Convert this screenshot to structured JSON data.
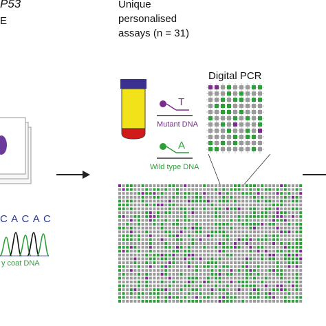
{
  "top_left": {
    "gene_fragment": "P53",
    "line2_fragment": "E"
  },
  "assays_heading": {
    "line1": "Unique",
    "line2": "personalised",
    "line3": "assays (n = 31)"
  },
  "digital_pcr": {
    "title": "Digital PCR"
  },
  "mutant": {
    "base": "T",
    "label": "Mutant DNA"
  },
  "wild_type": {
    "base": "A",
    "label": "Wild type DNA"
  },
  "sequence": {
    "bases": "C A C A C",
    "caption_fragment": "y coat DNA"
  },
  "colors": {
    "mutant": "#7b2d8e",
    "wild_type": "#2e9e3a",
    "empty": "#9a9a9a",
    "tube_cap": "#3b2f8f",
    "tube_fill": "#f2e21a",
    "tube_bottom": "#d11a1a",
    "arrow": "#222222",
    "cell_panel": "#6b3a9a"
  }
}
